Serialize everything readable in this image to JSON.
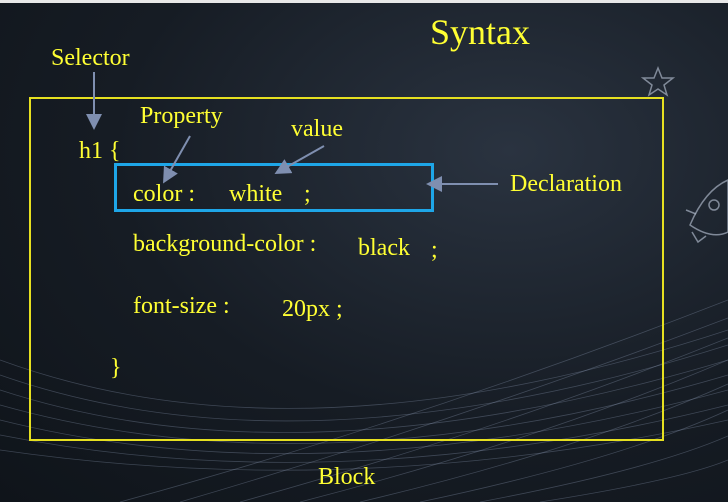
{
  "title": "Syntax",
  "labels": {
    "selector": "Selector",
    "property": "Property",
    "value": "value",
    "declaration": "Declaration",
    "block": "Block"
  },
  "code": {
    "selector_open": "h1 {",
    "line1_property": "color :",
    "line1_value": "white",
    "line1_semicolon": ";",
    "line2_property": "background-color :",
    "line2_value": "black",
    "line2_semicolon": ";",
    "line3_property": "font-size :",
    "line3_value": "20px ;",
    "close": "}"
  },
  "colors": {
    "text": "#ffff33",
    "block_border": "#e6e020",
    "declaration_border": "#1ea6e8",
    "arrow": "#7f8fb0"
  }
}
